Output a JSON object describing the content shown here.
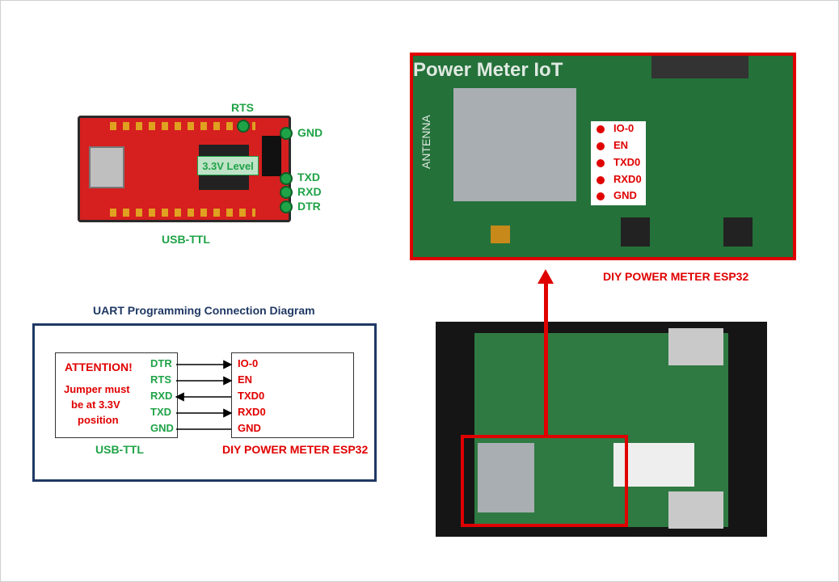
{
  "usb_ttl": {
    "rts": "RTS",
    "gnd": "GND",
    "txd": "TXD",
    "rxd": "RXD",
    "dtr": "DTR",
    "level": "3.3V Level",
    "caption": "USB-TTL"
  },
  "diagram": {
    "title": "UART Programming Connection Diagram",
    "attention": "ATTENTION!",
    "note_line1": "Jumper must",
    "note_line2": "be at 3.3V",
    "note_line3": "position",
    "left_caption": "USB-TTL",
    "right_caption": "DIY POWER METER ESP32",
    "connections": [
      {
        "from": "DTR",
        "to": "IO-0",
        "direction": "right"
      },
      {
        "from": "RTS",
        "to": "EN",
        "direction": "right"
      },
      {
        "from": "RXD",
        "to": "TXD0",
        "direction": "left"
      },
      {
        "from": "TXD",
        "to": "RXD0",
        "direction": "right"
      },
      {
        "from": "GND",
        "to": "GND",
        "direction": "none"
      }
    ]
  },
  "photo": {
    "title": "DIY POWER METER ESP32",
    "pins": [
      "IO-0",
      "EN",
      "TXD0",
      "RXD0",
      "GND"
    ],
    "board_text": "Power Meter IoT",
    "antenna": "ANTENNA"
  },
  "colors": {
    "green": "#1fa347",
    "red": "#e00000",
    "navy": "#1f3864"
  }
}
